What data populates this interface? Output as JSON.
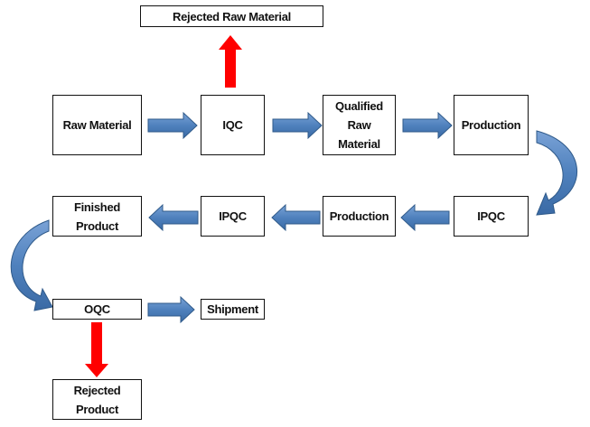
{
  "colors": {
    "flow_arrow": "#4f81bd",
    "flow_arrow_edge": "#2f5a8a",
    "reject_arrow": "#ff0000",
    "box_border": "#111111"
  },
  "nodes": {
    "rejected_raw_material": "Rejected Raw Material",
    "raw_material": "Raw Material",
    "iqc": "IQC",
    "qualified_raw_material": "Qualified\nRaw\nMaterial",
    "production_top": "Production",
    "ipqc_right": "IPQC",
    "production_middle": "Production",
    "ipqc_left": "IPQC",
    "finished_product": "Finished\nProduct",
    "oqc": "OQC",
    "shipment": "Shipment",
    "rejected_product": "Rejected\nProduct"
  }
}
